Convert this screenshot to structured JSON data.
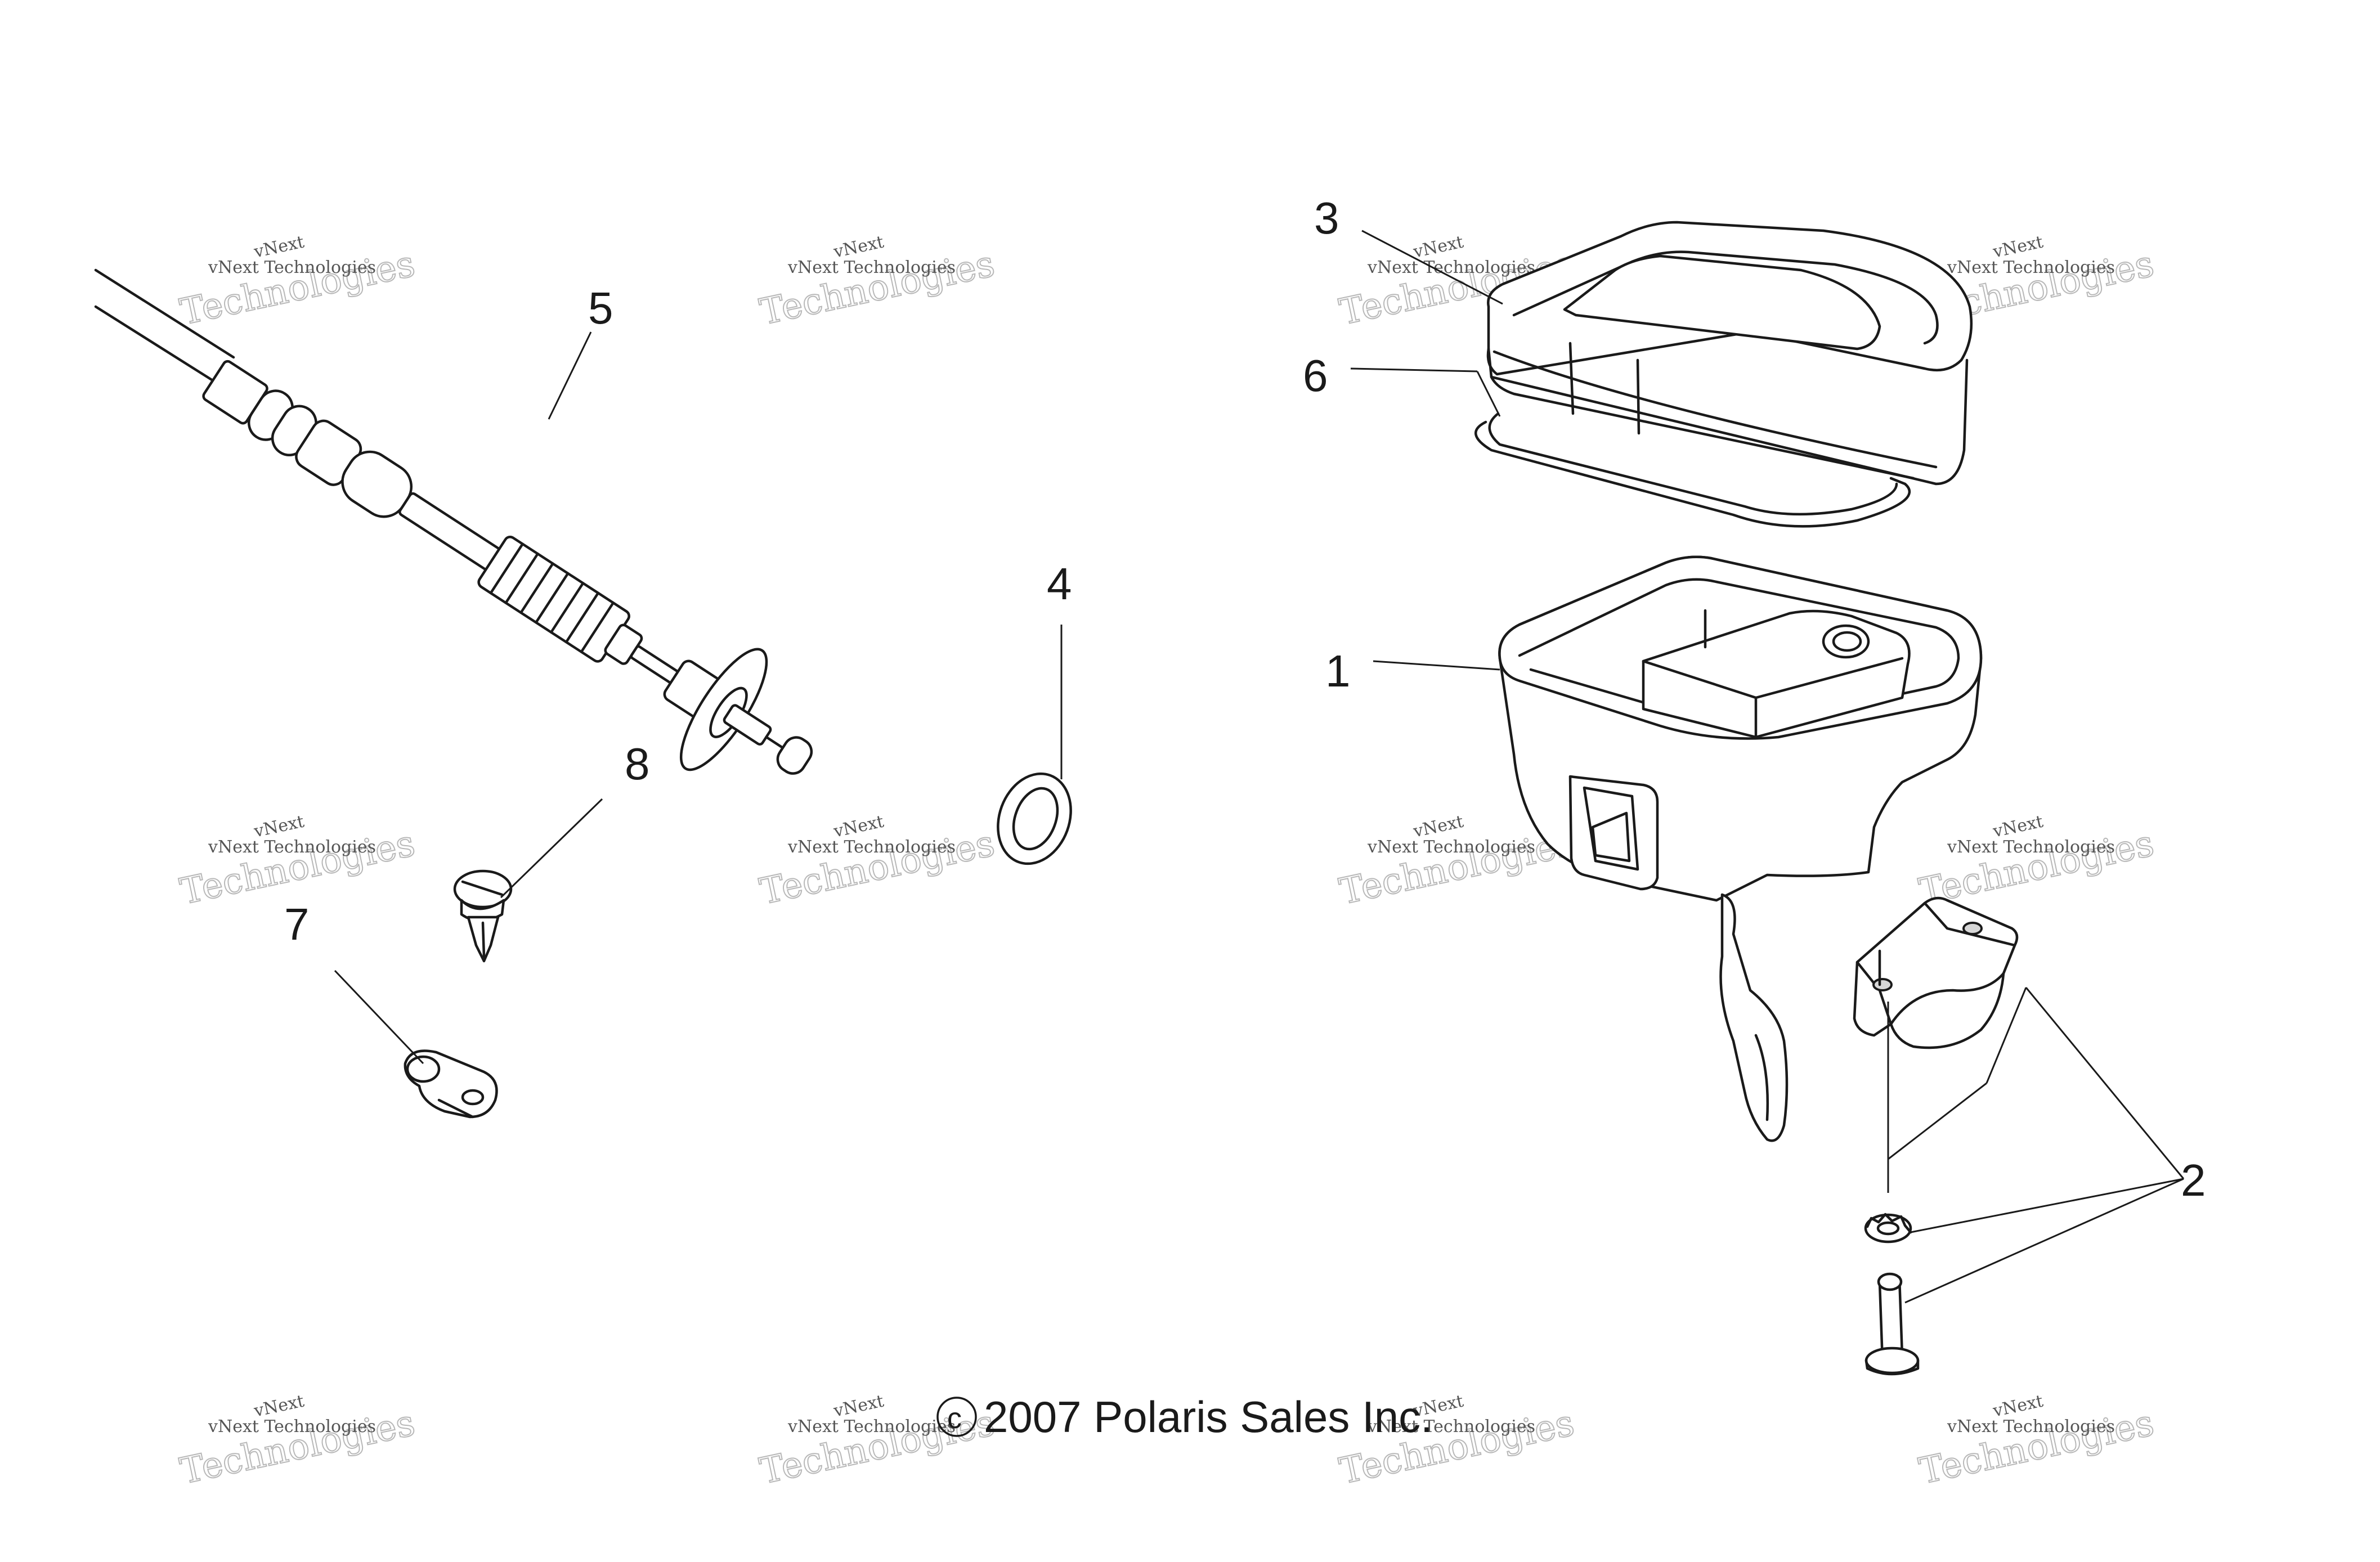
{
  "callouts": {
    "c1": "1",
    "c2": "2",
    "c3": "3",
    "c4": "4",
    "c5": "5",
    "c6": "6",
    "c7": "7",
    "c8": "8"
  },
  "copyright": "2007 Polaris Sales Inc.",
  "copyright_symbol": "c",
  "watermark": {
    "line_top": "vNext",
    "line_mid": "vNext Technologies",
    "line_big": "Technologies"
  }
}
